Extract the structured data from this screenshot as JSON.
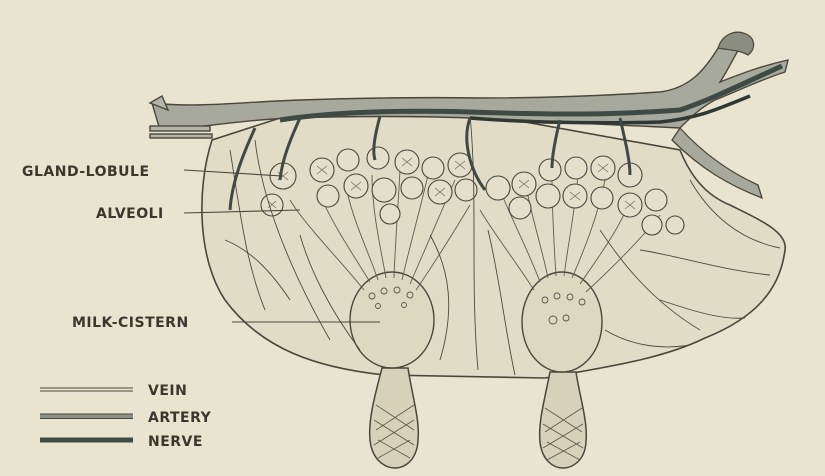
{
  "diagram": {
    "labels": {
      "gland_lobule": "GLAND-LOBULE",
      "alveoli": "ALVEOLI",
      "milk_cistern": "MILK-CISTERN"
    },
    "legend": [
      {
        "label": "VEIN",
        "style": "vein"
      },
      {
        "label": "ARTERY",
        "style": "artery"
      },
      {
        "label": "NERVE",
        "style": "nerve"
      }
    ]
  },
  "colors": {
    "paper": "#e9e4cf",
    "udder_fill": "#e1dcc5",
    "ink": "#4a463c",
    "vessel_dark": "#3f4a45",
    "vessel_shade": "#8d9286"
  }
}
